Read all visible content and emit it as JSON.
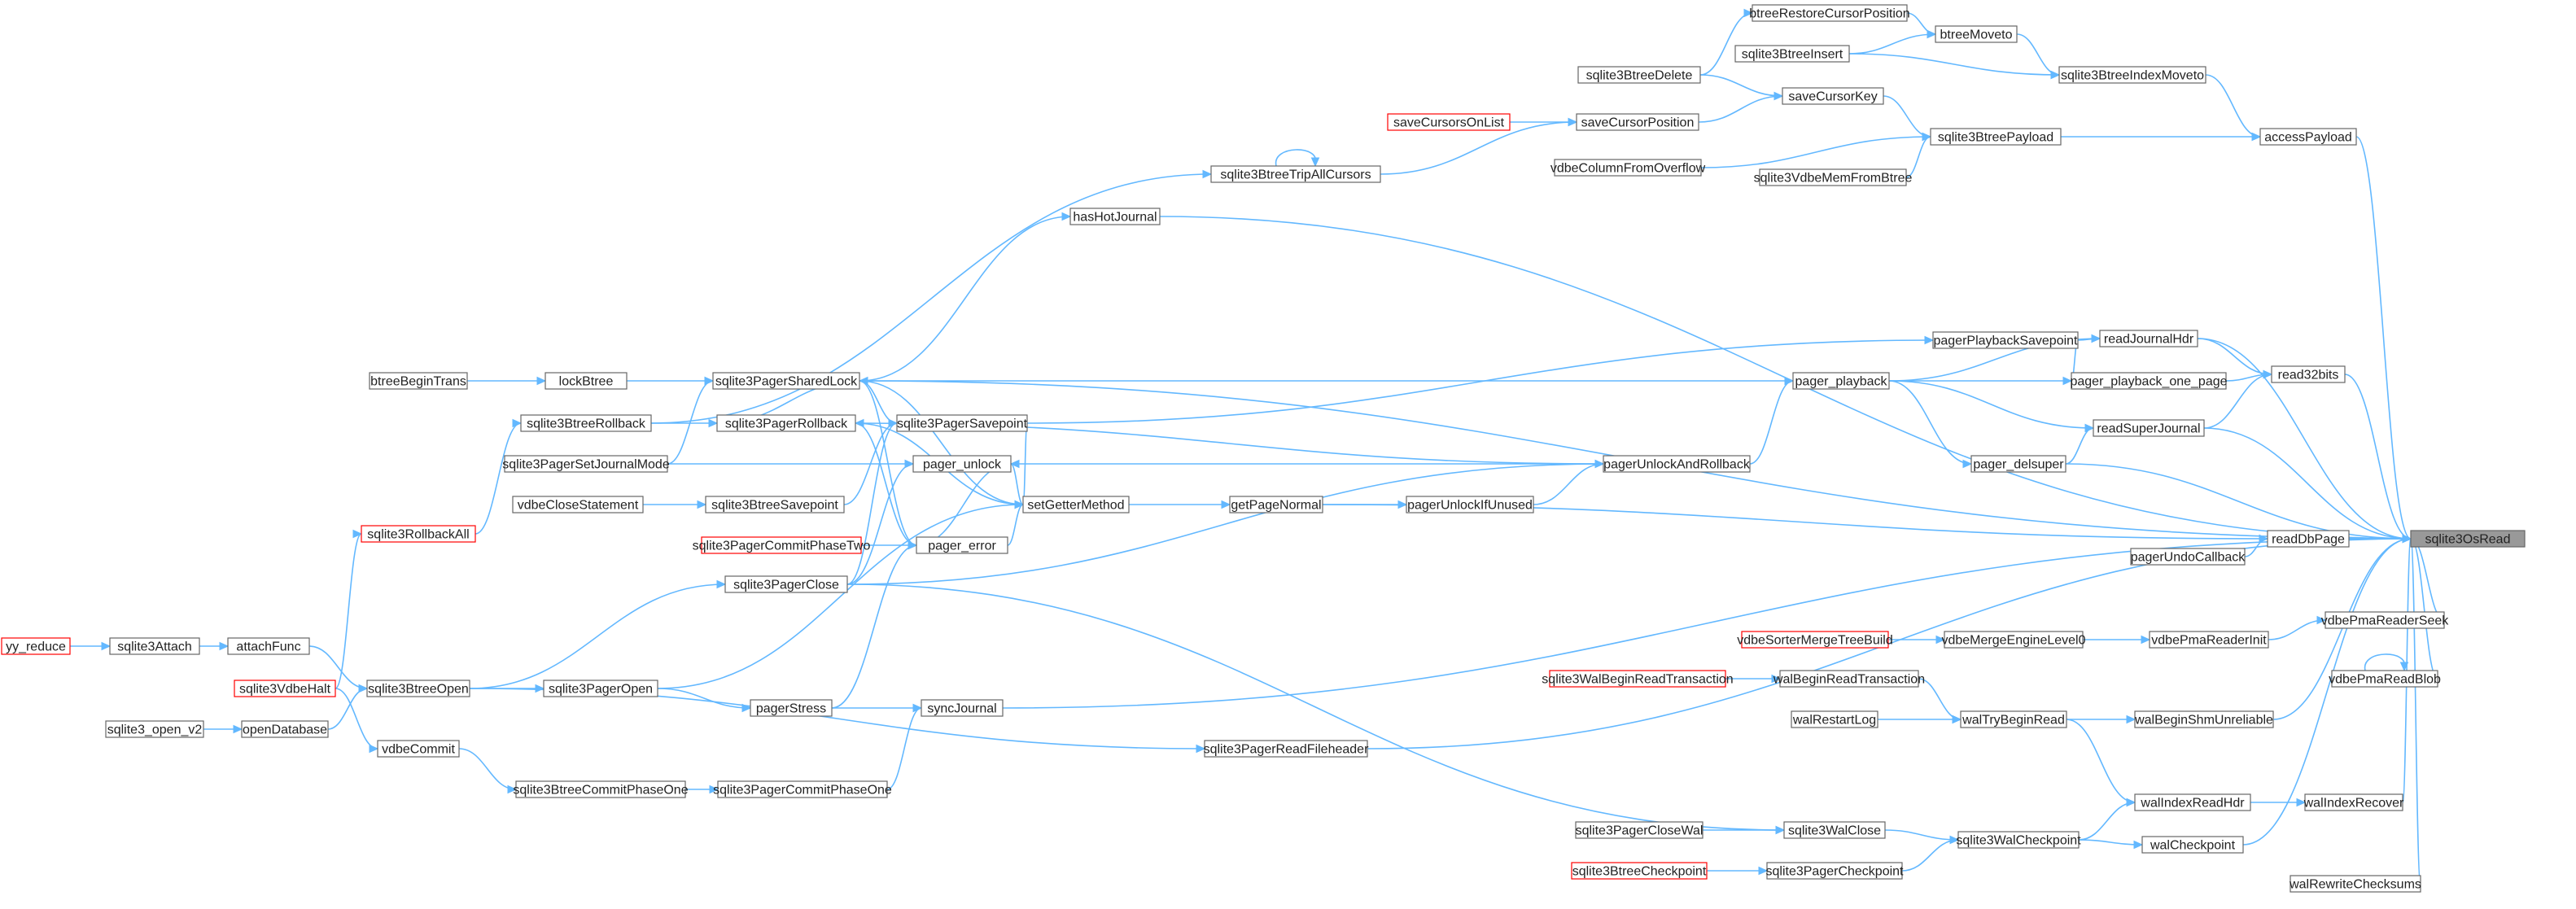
{
  "colors": {
    "edge": "#63b8ff",
    "node_fill": "#ffffff",
    "node_border": "#666666",
    "truncated_border": "#ff0000",
    "root_fill": "#999999"
  },
  "nodes": {
    "sqlite3OsRead": {
      "label": "sqlite3OsRead",
      "kind": "root"
    },
    "accessPayload": {
      "label": "accessPayload",
      "kind": "normal"
    },
    "read32bits": {
      "label": "read32bits",
      "kind": "normal"
    },
    "readDbPage": {
      "label": "readDbPage",
      "kind": "normal"
    },
    "readJournalHdr": {
      "label": "readJournalHdr",
      "kind": "normal"
    },
    "readSuperJournal": {
      "label": "readSuperJournal",
      "kind": "normal"
    },
    "sqlite3BtreeIndexMoveto": {
      "label": "sqlite3BtreeIndexMoveto",
      "kind": "normal"
    },
    "btreeMoveto": {
      "label": "btreeMoveto",
      "kind": "normal"
    },
    "btreeRestoreCursorPosition": {
      "label": "btreeRestoreCursorPosition",
      "kind": "normal"
    },
    "sqlite3BtreeInsert": {
      "label": "sqlite3BtreeInsert",
      "kind": "normal"
    },
    "sqlite3BtreeDelete": {
      "label": "sqlite3BtreeDelete",
      "kind": "normal"
    },
    "saveCursorKey": {
      "label": "saveCursorKey",
      "kind": "normal"
    },
    "saveCursorsOnList": {
      "label": "saveCursorsOnList",
      "kind": "truncated"
    },
    "saveCursorPosition": {
      "label": "saveCursorPosition",
      "kind": "normal"
    },
    "sqlite3BtreePayload": {
      "label": "sqlite3BtreePayload",
      "kind": "normal"
    },
    "vdbeColumnFromOverflow": {
      "label": "vdbeColumnFromOverflow",
      "kind": "normal"
    },
    "sqlite3VdbeMemFromBtree": {
      "label": "sqlite3VdbeMemFromBtree",
      "kind": "normal"
    },
    "sqlite3BtreeTripAllCursors": {
      "label": "sqlite3BtreeTripAllCursors",
      "kind": "normal"
    },
    "hasHotJournal": {
      "label": "hasHotJournal",
      "kind": "normal"
    },
    "pagerPlaybackSavepoint": {
      "label": "pagerPlaybackSavepoint",
      "kind": "normal"
    },
    "pager_playback_one_page": {
      "label": "pager_playback_one_page",
      "kind": "normal"
    },
    "pager_playback": {
      "label": "pager_playback",
      "kind": "normal"
    },
    "pager_delsuper": {
      "label": "pager_delsuper",
      "kind": "normal"
    },
    "pagerUnlockAndRollback": {
      "label": "pagerUnlockAndRollback",
      "kind": "normal"
    },
    "pagerUnlockIfUnused": {
      "label": "pagerUnlockIfUnused",
      "kind": "normal"
    },
    "getPageNormal": {
      "label": "getPageNormal",
      "kind": "normal"
    },
    "setGetterMethod": {
      "label": "setGetterMethod",
      "kind": "normal"
    },
    "pagerUndoCallback": {
      "label": "pagerUndoCallback",
      "kind": "normal"
    },
    "vdbePmaReaderSeek": {
      "label": "vdbePmaReaderSeek",
      "kind": "normal"
    },
    "vdbePmaReaderInit": {
      "label": "vdbePmaReaderInit",
      "kind": "normal"
    },
    "vdbeMergeEngineLevel0": {
      "label": "vdbeMergeEngineLevel0",
      "kind": "normal"
    },
    "vdbeSorterMergeTreeBuild": {
      "label": "vdbeSorterMergeTreeBuild",
      "kind": "truncated"
    },
    "vdbePmaReadBlob": {
      "label": "vdbePmaReadBlob",
      "kind": "normal"
    },
    "walBeginShmUnreliable": {
      "label": "walBeginShmUnreliable",
      "kind": "normal"
    },
    "walTryBeginRead": {
      "label": "walTryBeginRead",
      "kind": "normal"
    },
    "walBeginReadTransaction": {
      "label": "walBeginReadTransaction",
      "kind": "normal"
    },
    "sqlite3WalBeginReadTransaction": {
      "label": "sqlite3WalBeginReadTransaction",
      "kind": "truncated"
    },
    "walRestartLog": {
      "label": "walRestartLog",
      "kind": "normal"
    },
    "walIndexReadHdr": {
      "label": "walIndexReadHdr",
      "kind": "normal"
    },
    "walIndexRecover": {
      "label": "walIndexRecover",
      "kind": "normal"
    },
    "walCheckpoint": {
      "label": "walCheckpoint",
      "kind": "normal"
    },
    "sqlite3WalCheckpoint": {
      "label": "sqlite3WalCheckpoint",
      "kind": "normal"
    },
    "sqlite3WalClose": {
      "label": "sqlite3WalClose",
      "kind": "normal"
    },
    "sqlite3PagerCloseWal": {
      "label": "sqlite3PagerCloseWal",
      "kind": "normal"
    },
    "sqlite3PagerCheckpoint": {
      "label": "sqlite3PagerCheckpoint",
      "kind": "normal"
    },
    "sqlite3BtreeCheckpoint": {
      "label": "sqlite3BtreeCheckpoint",
      "kind": "truncated"
    },
    "walRewriteChecksums": {
      "label": "walRewriteChecksums",
      "kind": "normal"
    },
    "sqlite3PagerReadFileheader": {
      "label": "sqlite3PagerReadFileheader",
      "kind": "normal"
    },
    "syncJournal": {
      "label": "syncJournal",
      "kind": "normal"
    },
    "pagerStress": {
      "label": "pagerStress",
      "kind": "normal"
    },
    "sqlite3PagerCommitPhaseOne": {
      "label": "sqlite3PagerCommitPhaseOne",
      "kind": "normal"
    },
    "sqlite3BtreeCommitPhaseOne": {
      "label": "sqlite3BtreeCommitPhaseOne",
      "kind": "normal"
    },
    "vdbeCommit": {
      "label": "vdbeCommit",
      "kind": "normal"
    },
    "sqlite3PagerSharedLock": {
      "label": "sqlite3PagerSharedLock",
      "kind": "normal"
    },
    "sqlite3PagerRollback": {
      "label": "sqlite3PagerRollback",
      "kind": "normal"
    },
    "sqlite3PagerSavepoint": {
      "label": "sqlite3PagerSavepoint",
      "kind": "normal"
    },
    "pager_unlock": {
      "label": "pager_unlock",
      "kind": "normal"
    },
    "pager_error": {
      "label": "pager_error",
      "kind": "normal"
    },
    "sqlite3PagerClose": {
      "label": "sqlite3PagerClose",
      "kind": "normal"
    },
    "sqlite3PagerCommitPhaseTwo": {
      "label": "sqlite3PagerCommitPhaseTwo",
      "kind": "truncated"
    },
    "sqlite3BtreeSavepoint": {
      "label": "sqlite3BtreeSavepoint",
      "kind": "normal"
    },
    "vdbeCloseStatement": {
      "label": "vdbeCloseStatement",
      "kind": "normal"
    },
    "sqlite3PagerSetJournalMode": {
      "label": "sqlite3PagerSetJournalMode",
      "kind": "normal"
    },
    "sqlite3BtreeRollback": {
      "label": "sqlite3BtreeRollback",
      "kind": "normal"
    },
    "lockBtree": {
      "label": "lockBtree",
      "kind": "normal"
    },
    "btreeBeginTrans": {
      "label": "btreeBeginTrans",
      "kind": "normal"
    },
    "sqlite3RollbackAll": {
      "label": "sqlite3RollbackAll",
      "kind": "truncated"
    },
    "sqlite3VdbeHalt": {
      "label": "sqlite3VdbeHalt",
      "kind": "truncated"
    },
    "sqlite3BtreeOpen": {
      "label": "sqlite3BtreeOpen",
      "kind": "normal"
    },
    "sqlite3PagerOpen": {
      "label": "sqlite3PagerOpen",
      "kind": "normal"
    },
    "attachFunc": {
      "label": "attachFunc",
      "kind": "normal"
    },
    "sqlite3Attach": {
      "label": "sqlite3Attach",
      "kind": "normal"
    },
    "yy_reduce": {
      "label": "yy_reduce",
      "kind": "truncated"
    },
    "openDatabase": {
      "label": "openDatabase",
      "kind": "normal"
    },
    "sqlite3_open_v2": {
      "label": "sqlite3_open_v2",
      "kind": "normal"
    }
  },
  "edges": [
    [
      "accessPayload",
      "sqlite3OsRead"
    ],
    [
      "read32bits",
      "sqlite3OsRead"
    ],
    [
      "readDbPage",
      "sqlite3OsRead"
    ],
    [
      "readJournalHdr",
      "sqlite3OsRead"
    ],
    [
      "readSuperJournal",
      "sqlite3OsRead"
    ],
    [
      "vdbePmaReaderSeek",
      "sqlite3OsRead"
    ],
    [
      "vdbePmaReadBlob",
      "sqlite3OsRead"
    ],
    [
      "walBeginShmUnreliable",
      "sqlite3OsRead"
    ],
    [
      "walIndexRecover",
      "sqlite3OsRead"
    ],
    [
      "walCheckpoint",
      "sqlite3OsRead"
    ],
    [
      "walRewriteChecksums",
      "sqlite3OsRead"
    ],
    [
      "hasHotJournal",
      "sqlite3OsRead"
    ],
    [
      "sqlite3PagerSharedLock",
      "sqlite3OsRead"
    ],
    [
      "pager_delsuper",
      "sqlite3OsRead"
    ],
    [
      "sqlite3PagerReadFileheader",
      "sqlite3OsRead"
    ],
    [
      "syncJournal",
      "sqlite3OsRead"
    ],
    [
      "sqlite3BtreeIndexMoveto",
      "accessPayload"
    ],
    [
      "sqlite3BtreePayload",
      "accessPayload"
    ],
    [
      "btreeRestoreCursorPosition",
      "btreeMoveto"
    ],
    [
      "sqlite3BtreeInsert",
      "btreeMoveto"
    ],
    [
      "btreeMoveto",
      "sqlite3BtreeIndexMoveto"
    ],
    [
      "sqlite3BtreeInsert",
      "sqlite3BtreeIndexMoveto"
    ],
    [
      "sqlite3BtreeDelete",
      "btreeRestoreCursorPosition"
    ],
    [
      "sqlite3BtreeDelete",
      "saveCursorKey"
    ],
    [
      "saveCursorKey",
      "sqlite3BtreePayload"
    ],
    [
      "saveCursorPosition",
      "saveCursorKey"
    ],
    [
      "saveCursorsOnList",
      "saveCursorPosition"
    ],
    [
      "sqlite3BtreeTripAllCursors",
      "saveCursorPosition"
    ],
    [
      "sqlite3BtreeTripAllCursors",
      "sqlite3BtreeTripAllCursors"
    ],
    [
      "vdbeColumnFromOverflow",
      "sqlite3BtreePayload"
    ],
    [
      "sqlite3VdbeMemFromBtree",
      "sqlite3BtreePayload"
    ],
    [
      "sqlite3BtreeRollback",
      "sqlite3BtreeTripAllCursors"
    ],
    [
      "sqlite3PagerSharedLock",
      "hasHotJournal"
    ],
    [
      "readJournalHdr",
      "read32bits"
    ],
    [
      "readSuperJournal",
      "read32bits"
    ],
    [
      "pager_playback_one_page",
      "read32bits"
    ],
    [
      "pagerPlaybackSavepoint",
      "readJournalHdr"
    ],
    [
      "pager_playback",
      "readJournalHdr"
    ],
    [
      "pagerPlaybackSavepoint",
      "pager_playback_one_page"
    ],
    [
      "pager_playback",
      "pager_playback_one_page"
    ],
    [
      "pager_playback",
      "readSuperJournal"
    ],
    [
      "pager_delsuper",
      "readSuperJournal"
    ],
    [
      "pager_playback",
      "pager_delsuper"
    ],
    [
      "pagerUnlockAndRollback",
      "pager_playback"
    ],
    [
      "sqlite3PagerSharedLock",
      "pager_playback"
    ],
    [
      "sqlite3PagerSavepoint",
      "pagerPlaybackSavepoint"
    ],
    [
      "pagerUnlockAndRollback",
      "pager_unlock"
    ],
    [
      "pagerUnlockAndRollback",
      "sqlite3PagerRollback"
    ],
    [
      "pagerUnlockIfUnused",
      "pagerUnlockAndRollback"
    ],
    [
      "sqlite3PagerClose",
      "pagerUnlockAndRollback"
    ],
    [
      "getPageNormal",
      "pagerUnlockIfUnused"
    ],
    [
      "getPageNormal",
      "readDbPage"
    ],
    [
      "pagerUndoCallback",
      "readDbPage"
    ],
    [
      "setGetterMethod",
      "getPageNormal"
    ],
    [
      "vdbePmaReaderInit",
      "vdbePmaReaderSeek"
    ],
    [
      "vdbeMergeEngineLevel0",
      "vdbePmaReaderInit"
    ],
    [
      "vdbeSorterMergeTreeBuild",
      "vdbeMergeEngineLevel0"
    ],
    [
      "vdbePmaReadBlob",
      "vdbePmaReadBlob"
    ],
    [
      "walTryBeginRead",
      "walBeginShmUnreliable"
    ],
    [
      "walBeginReadTransaction",
      "walTryBeginRead"
    ],
    [
      "walRestartLog",
      "walTryBeginRead"
    ],
    [
      "sqlite3WalBeginReadTransaction",
      "walBeginReadTransaction"
    ],
    [
      "walTryBeginRead",
      "walIndexReadHdr"
    ],
    [
      "walIndexReadHdr",
      "walIndexRecover"
    ],
    [
      "sqlite3WalCheckpoint",
      "walIndexReadHdr"
    ],
    [
      "sqlite3WalCheckpoint",
      "walCheckpoint"
    ],
    [
      "sqlite3WalClose",
      "sqlite3WalCheckpoint"
    ],
    [
      "sqlite3PagerCheckpoint",
      "sqlite3WalCheckpoint"
    ],
    [
      "sqlite3PagerCloseWal",
      "sqlite3WalClose"
    ],
    [
      "sqlite3PagerClose",
      "sqlite3WalClose"
    ],
    [
      "sqlite3BtreeCheckpoint",
      "sqlite3PagerCheckpoint"
    ],
    [
      "sqlite3BtreeOpen",
      "sqlite3PagerReadFileheader"
    ],
    [
      "pagerStress",
      "syncJournal"
    ],
    [
      "sqlite3PagerCommitPhaseOne",
      "syncJournal"
    ],
    [
      "sqlite3BtreeCommitPhaseOne",
      "sqlite3PagerCommitPhaseOne"
    ],
    [
      "vdbeCommit",
      "sqlite3BtreeCommitPhaseOne"
    ],
    [
      "sqlite3VdbeHalt",
      "vdbeCommit"
    ],
    [
      "sqlite3PagerOpen",
      "pagerStress"
    ],
    [
      "sqlite3BtreeOpen",
      "sqlite3PagerOpen"
    ],
    [
      "attachFunc",
      "sqlite3BtreeOpen"
    ],
    [
      "openDatabase",
      "sqlite3BtreeOpen"
    ],
    [
      "sqlite3Attach",
      "attachFunc"
    ],
    [
      "yy_reduce",
      "sqlite3Attach"
    ],
    [
      "sqlite3_open_v2",
      "openDatabase"
    ],
    [
      "sqlite3VdbeHalt",
      "sqlite3RollbackAll"
    ],
    [
      "sqlite3RollbackAll",
      "sqlite3BtreeRollback"
    ],
    [
      "sqlite3BtreeRollback",
      "sqlite3PagerRollback"
    ],
    [
      "lockBtree",
      "sqlite3PagerSharedLock"
    ],
    [
      "btreeBeginTrans",
      "lockBtree"
    ],
    [
      "sqlite3PagerSetJournalMode",
      "sqlite3PagerSharedLock"
    ],
    [
      "sqlite3PagerRollback",
      "sqlite3PagerSharedLock"
    ],
    [
      "sqlite3PagerSavepoint",
      "sqlite3PagerSharedLock"
    ],
    [
      "sqlite3PagerClose",
      "sqlite3PagerSavepoint"
    ],
    [
      "sqlite3BtreeSavepoint",
      "sqlite3PagerSavepoint"
    ],
    [
      "vdbeCloseStatement",
      "sqlite3BtreeSavepoint"
    ],
    [
      "sqlite3PagerSetJournalMode",
      "pager_unlock"
    ],
    [
      "sqlite3PagerClose",
      "pager_unlock"
    ],
    [
      "pager_error",
      "pager_unlock"
    ],
    [
      "sqlite3PagerSharedLock",
      "setGetterMethod"
    ],
    [
      "sqlite3PagerRollback",
      "setGetterMethod"
    ],
    [
      "sqlite3PagerSavepoint",
      "setGetterMethod"
    ],
    [
      "pager_unlock",
      "setGetterMethod"
    ],
    [
      "pager_error",
      "setGetterMethod"
    ],
    [
      "sqlite3PagerOpen",
      "setGetterMethod"
    ],
    [
      "sqlite3PagerCommitPhaseTwo",
      "pager_error"
    ],
    [
      "sqlite3PagerSharedLock",
      "pager_error"
    ],
    [
      "sqlite3PagerRollback",
      "pager_error"
    ],
    [
      "pagerStress",
      "pager_error"
    ],
    [
      "sqlite3BtreeOpen",
      "sqlite3PagerClose"
    ]
  ]
}
